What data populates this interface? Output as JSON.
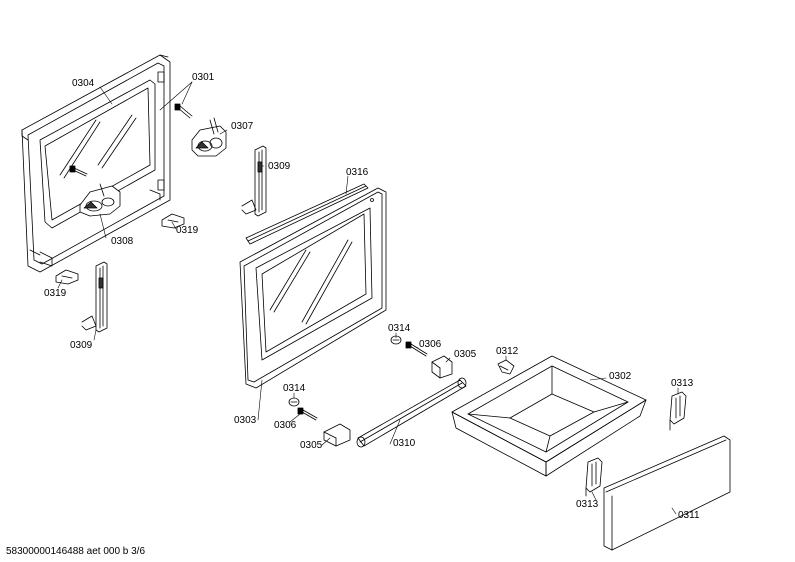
{
  "labels": {
    "p0304": "0304",
    "p0301": "0301",
    "p0307": "0307",
    "p0309a": "0309",
    "p0316": "0316",
    "p0308": "0308",
    "p0319a": "0319",
    "p0319b": "0319",
    "p0309b": "0309",
    "p0314a": "0314",
    "p0306a": "0306",
    "p0305a": "0305",
    "p0312": "0312",
    "p0302": "0302",
    "p0313a": "0313",
    "p0314b": "0314",
    "p0306b": "0306",
    "p0303": "0303",
    "p0305b": "0305",
    "p0310": "0310",
    "p0313b": "0313",
    "p0311": "0311"
  },
  "footer": "58300000146488 aet 000 b 3/6"
}
